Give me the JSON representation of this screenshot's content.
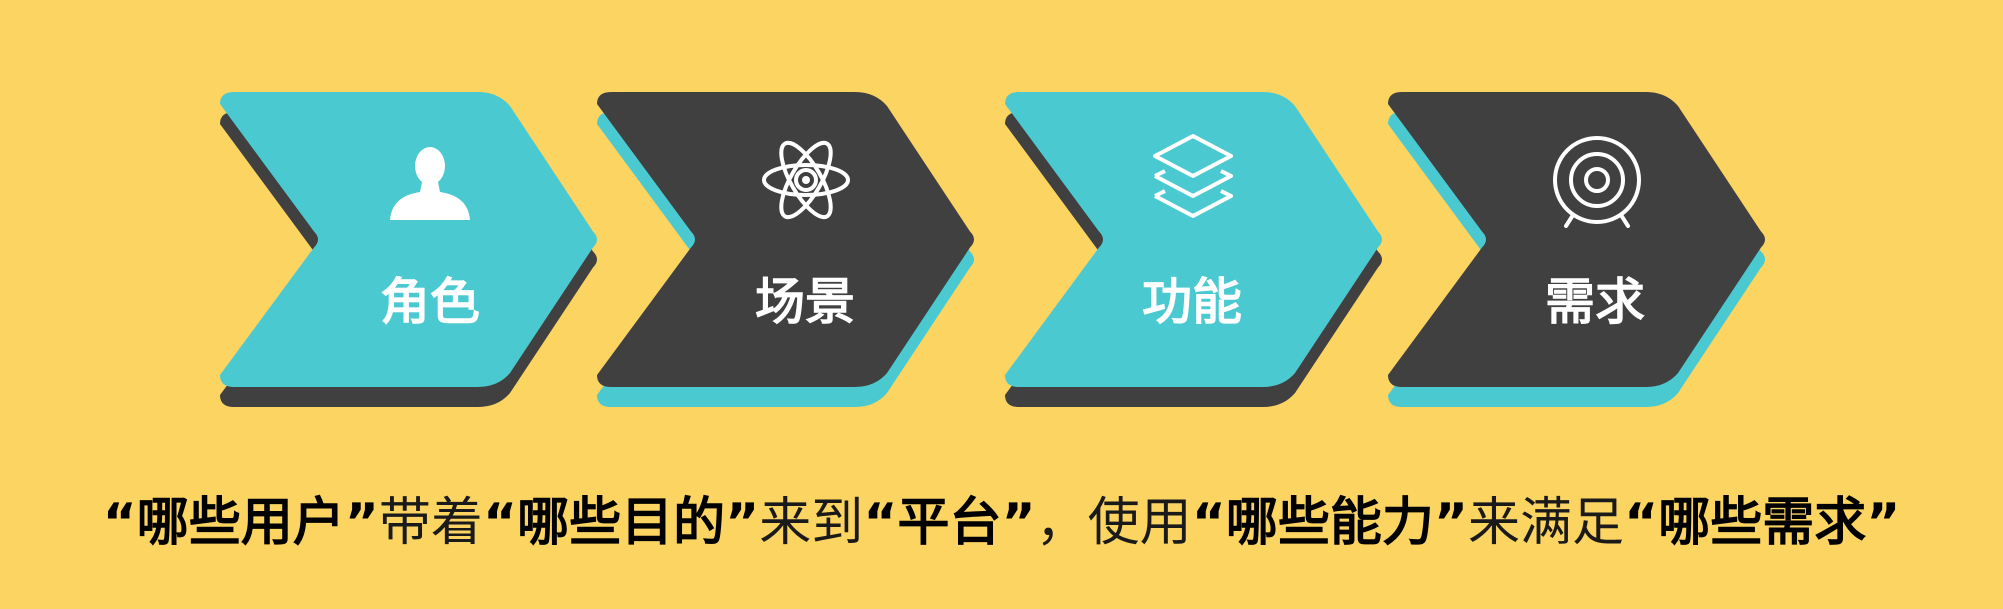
{
  "colors": {
    "background": "#FBD462",
    "teal": "#4BC9D1",
    "dark": "#404040",
    "icon": "#ffffff"
  },
  "steps": [
    {
      "label": "角色",
      "icon": "user-icon",
      "color": "teal",
      "shadow": "dark"
    },
    {
      "label": "场景",
      "icon": "atom-icon",
      "color": "dark",
      "shadow": "teal"
    },
    {
      "label": "功能",
      "icon": "layers-icon",
      "color": "teal",
      "shadow": "dark"
    },
    {
      "label": "需求",
      "icon": "target-icon",
      "color": "dark",
      "shadow": "teal"
    }
  ],
  "caption": {
    "segments": [
      {
        "text": "“哪些用户”",
        "bold": true
      },
      {
        "text": "带着",
        "bold": false
      },
      {
        "text": "“哪些目的”",
        "bold": true
      },
      {
        "text": "来到",
        "bold": false
      },
      {
        "text": "“平台”",
        "bold": true
      },
      {
        "text": "，使用",
        "bold": false
      },
      {
        "text": "“哪些能力”",
        "bold": true
      },
      {
        "text": "来满足",
        "bold": false
      },
      {
        "text": "“哪些需求”",
        "bold": true
      }
    ]
  }
}
